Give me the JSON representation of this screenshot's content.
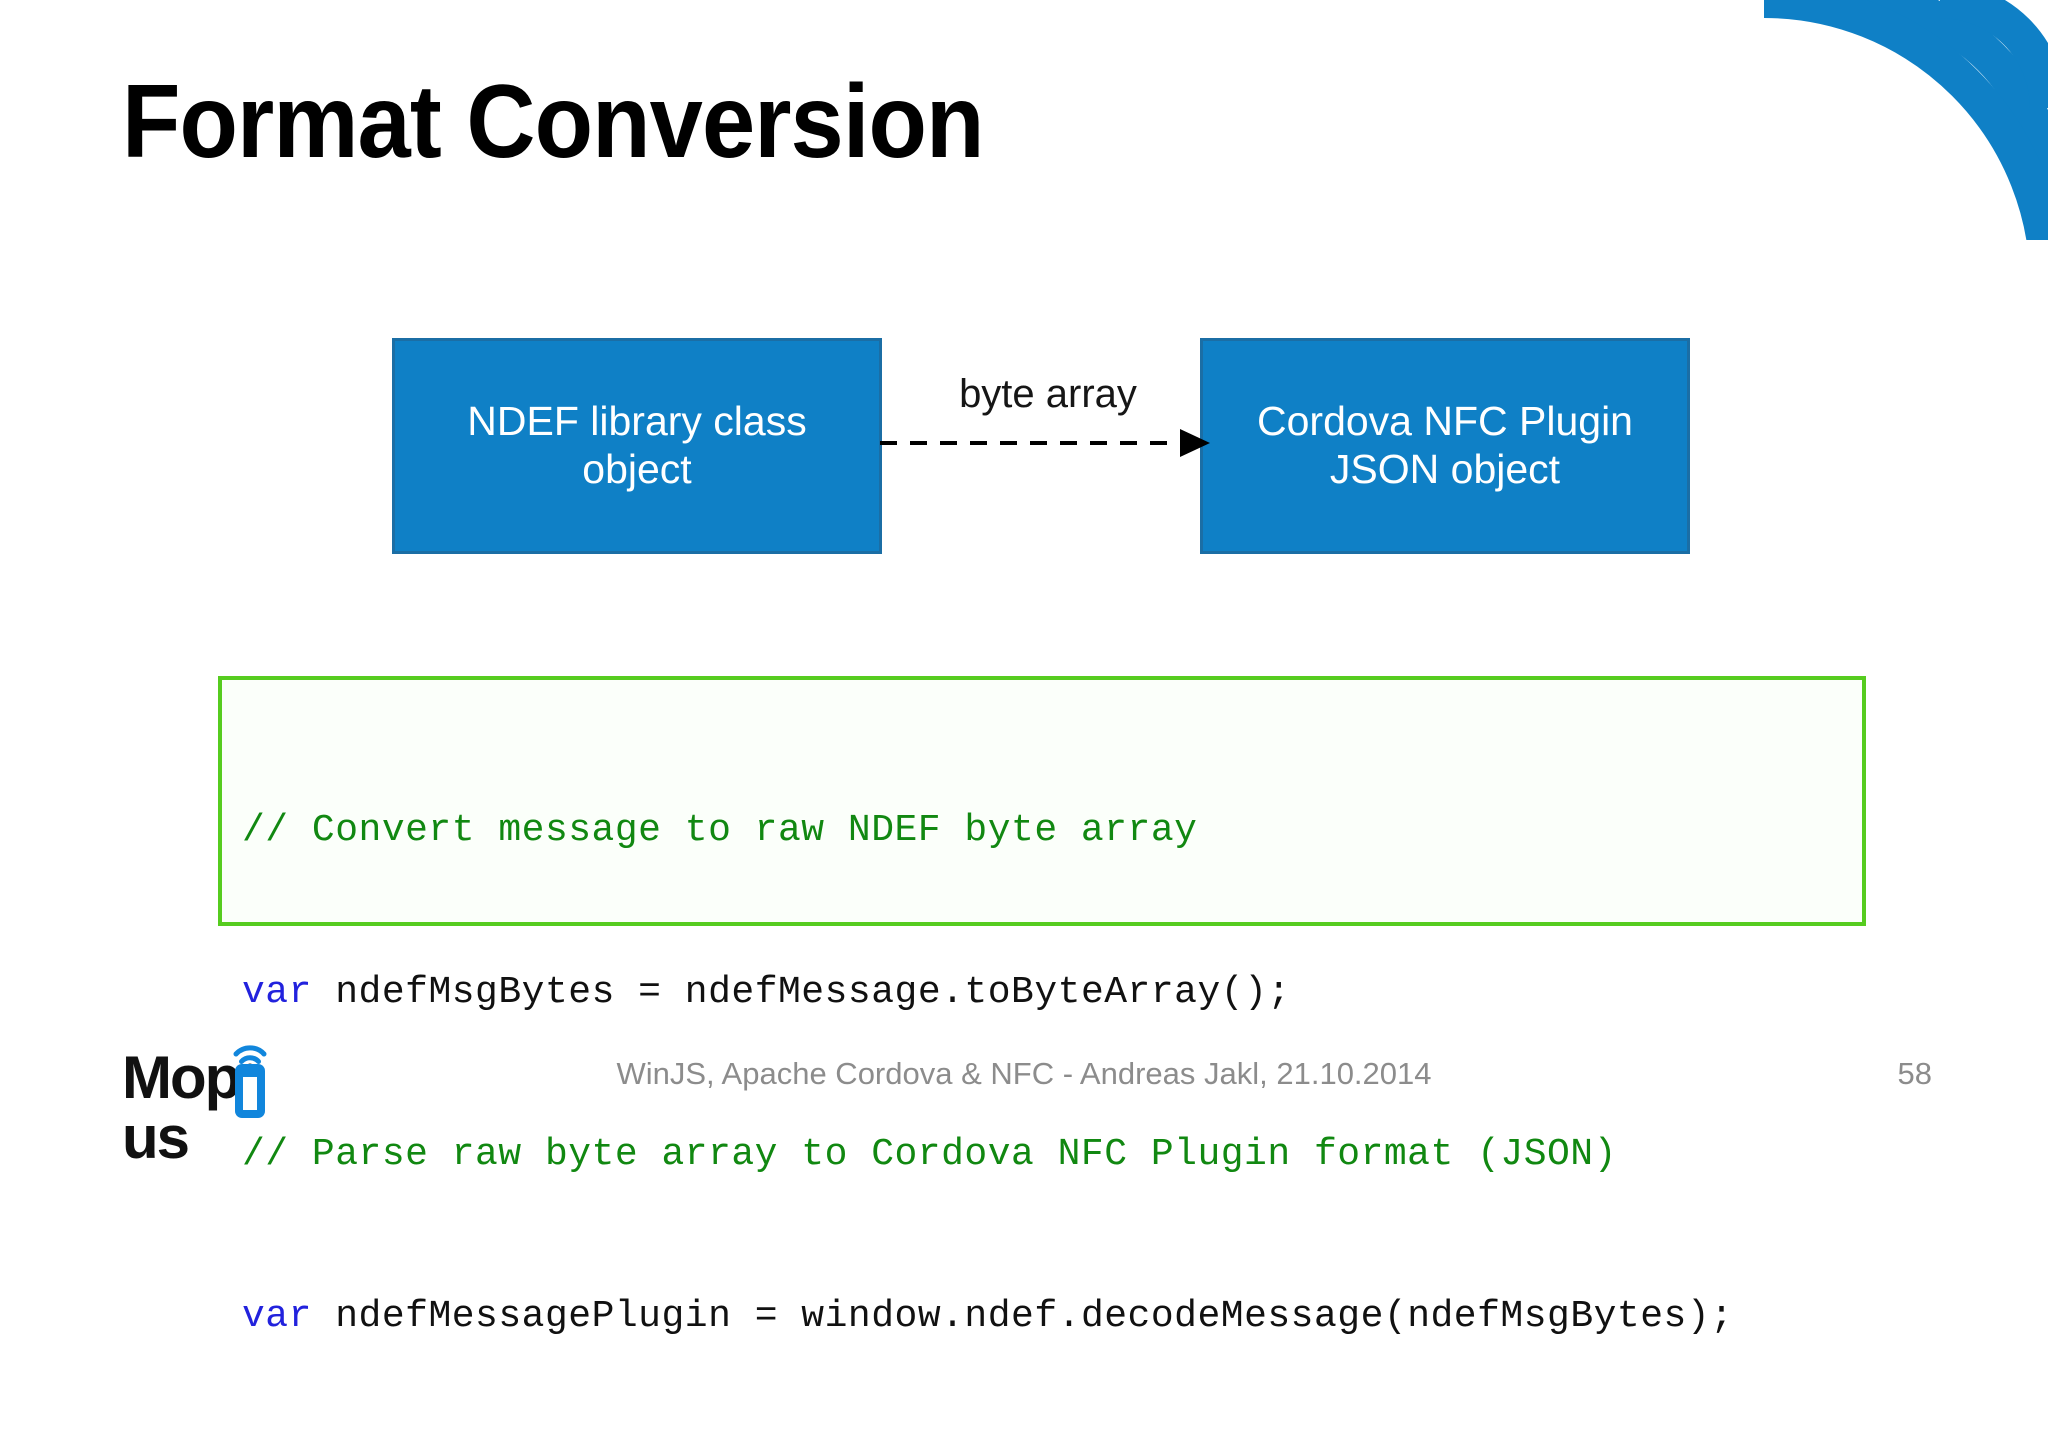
{
  "slide": {
    "title": "Format Conversion",
    "page_number": "58",
    "footer": "WinJS, Apache Cordova & NFC - Andreas Jakl, 21.10.2014",
    "background_color": "#FFFFFF"
  },
  "decoration": {
    "nfc_arcs_icon": "nfc-arcs-icon",
    "accent_color": "#0F80C6"
  },
  "diagram": {
    "type": "flow",
    "box_fill_color": "#0F80C6",
    "box_border_color": "#1B6EA5",
    "boxes": [
      {
        "id": "left",
        "line1": "NDEF library class",
        "line2": "object"
      },
      {
        "id": "right",
        "line1": "Cordova NFC Plugin",
        "line2": "JSON object"
      }
    ],
    "connector": {
      "label": "byte array",
      "style": "dashed-arrow",
      "direction": "left-to-right",
      "color": "#000000"
    }
  },
  "code": {
    "border_color": "#56CC1F",
    "background_color": "#FBFFFA",
    "comment_color": "#118811",
    "keyword_color": "#2222DD",
    "text_color": "#111111",
    "lines": [
      {
        "comment": "// Convert message to raw NDEF byte array",
        "keyword": "",
        "rest": ""
      },
      {
        "comment": "",
        "keyword": "var",
        "rest": " ndefMsgBytes = ndefMessage.toByteArray();"
      },
      {
        "comment": "// Parse raw byte array to Cordova NFC Plugin format (JSON)",
        "keyword": "",
        "rest": ""
      },
      {
        "comment": "",
        "keyword": "var",
        "rest": " ndefMessagePlugin = window.ndef.decodeMessage(ndefMsgBytes);"
      }
    ]
  },
  "logo": {
    "text_prefix": "Mop",
    "text_suffix": "us",
    "mark_icon": "nfc-phone-icon",
    "mark_color": "#1186DC",
    "text_color": "#111111"
  }
}
